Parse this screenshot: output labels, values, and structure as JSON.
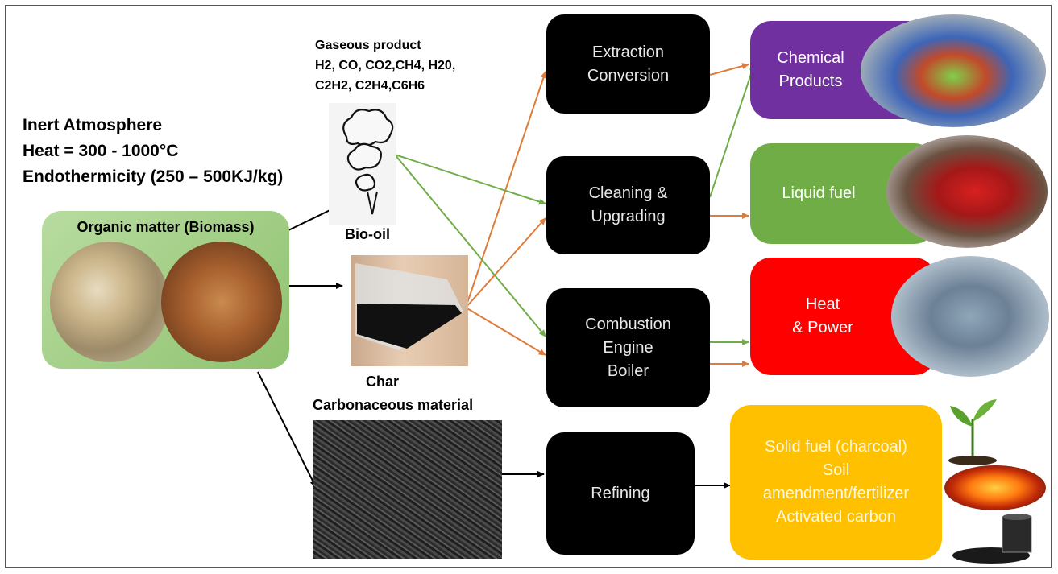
{
  "conditions": {
    "line1": "Inert Atmosphere",
    "line2": "Heat = 300 - 1000°C",
    "line3": "Endothermicity (250 – 500KJ/kg)"
  },
  "biomass": {
    "title": "Organic matter (Biomass)"
  },
  "gas": {
    "line1": "Gaseous product",
    "line2": "H2, CO, CO2,CH4, H20,",
    "line3": "C2H2, C2H4,C6H6"
  },
  "biooil": {
    "label": "Bio-oil"
  },
  "char": {
    "line1": "Char",
    "line2": "Carbonaceous material"
  },
  "processes": {
    "extraction": {
      "line1": "Extraction",
      "line2": "Conversion"
    },
    "cleaning": {
      "line1": "Cleaning &",
      "line2": "Upgrading"
    },
    "combustion": {
      "line1": "Combustion",
      "line2": "Engine",
      "line3": "Boiler"
    },
    "refining": {
      "line1": "Refining"
    }
  },
  "products": {
    "chemical": {
      "line1": "Chemical",
      "line2": "Products"
    },
    "liquid": {
      "line1": "Liquid fuel"
    },
    "heat": {
      "line1": "Heat",
      "line2": "& Power"
    },
    "solid": {
      "line1": "Solid fuel (charcoal)",
      "line2": "Soil",
      "line3": "amendment/fertilizer",
      "line4": "Activated carbon"
    }
  },
  "colors": {
    "black_arrow": "#000000",
    "orange_arrow": "#e07b39",
    "green_arrow": "#70ad47",
    "chemical_box": "#7030a0",
    "liquid_box": "#70ad47",
    "heat_box": "#ff0000",
    "solid_box": "#ffc000",
    "biomass_box": "#a9d18e"
  },
  "icons": {
    "gas": "smoke-cloud-icon",
    "biooil": "bio-oil-flask-photo",
    "char": "charcoal-pile-photo",
    "wood": "wood-chips-photo",
    "chemical": "lab-flasks-photo",
    "liquid": "fuel-nozzle-photo",
    "heat": "power-plant-photo",
    "solid1": "seedling-photo",
    "solid2": "burning-coal-photo",
    "solid3": "activated-carbon-photo"
  }
}
